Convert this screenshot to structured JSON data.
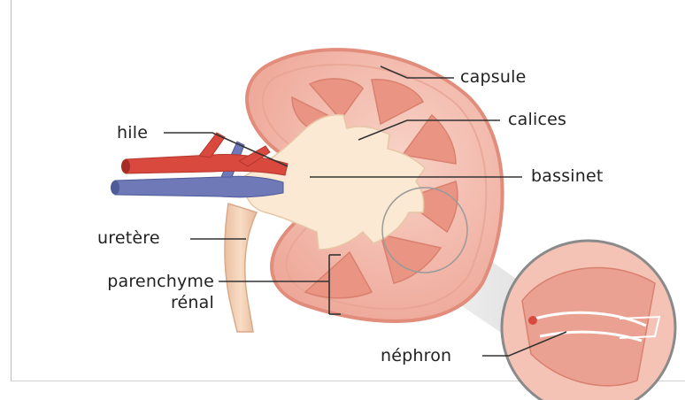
{
  "labels": {
    "capsule": "capsule",
    "calices": "calices",
    "bassinet": "bassinet",
    "hile": "hile",
    "uretere": "uretère",
    "parenchyme_line1": "parenchyme",
    "parenchyme_line2": "rénal",
    "nephron": "néphron"
  },
  "colors": {
    "cortex": "#f2b9ab",
    "capsule_edge": "#e89a88",
    "medulla": "#ec9c8e",
    "pelvis": "#fbe7cf",
    "artery": "#d9493e",
    "vein": "#6f79b8",
    "ureter": "#f6d3b8",
    "leader": "#333333"
  }
}
